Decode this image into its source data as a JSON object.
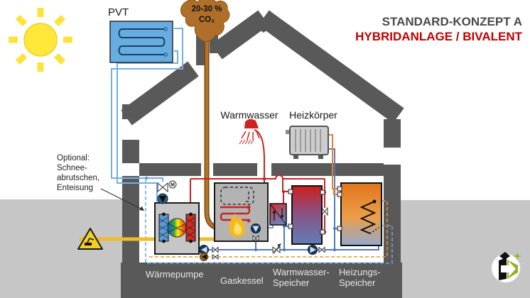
{
  "header": {
    "title_line1": "STANDARD-KONZEPT A",
    "title_line2": "HYBRIDANLAGE / BIVALENT"
  },
  "chimney": {
    "co2_percent": "20-30 %",
    "co2_label": "CO₂"
  },
  "solar_panel": {
    "label": "PVT"
  },
  "ground_floor": {
    "hot_water_label": "Warmwasser",
    "radiator_label": "Heizkörper"
  },
  "optional_note": {
    "line1": "Optional:",
    "line2": "Schnee-",
    "line3": "abrutschen,",
    "line4": "Enteisung"
  },
  "basement": {
    "heat_pump_label": "Wärmepumpe",
    "gas_boiler_label": "Gaskessel",
    "dhw_tank_label_line1": "Warmwasser-",
    "dhw_tank_label_line2": "Speicher",
    "buffer_tank_label_line1": "Heizungs-",
    "buffer_tank_label_line2": "Speicher",
    "motor_valve_label": "M"
  },
  "colors": {
    "title": "#4a4a4a",
    "subtitle_red": "#c00000",
    "structure_gray": "#595959",
    "ground_gray": "#c6c6c6",
    "solar_blue": "#74b0e2",
    "pipe_red": "#cc2222",
    "pipe_blue": "#4e7cc0",
    "pipe_orange": "#ed7d31",
    "gas_yellow": "#eebc2c",
    "flue_brown": "#a86a28",
    "logo_green": "#8fb321"
  }
}
